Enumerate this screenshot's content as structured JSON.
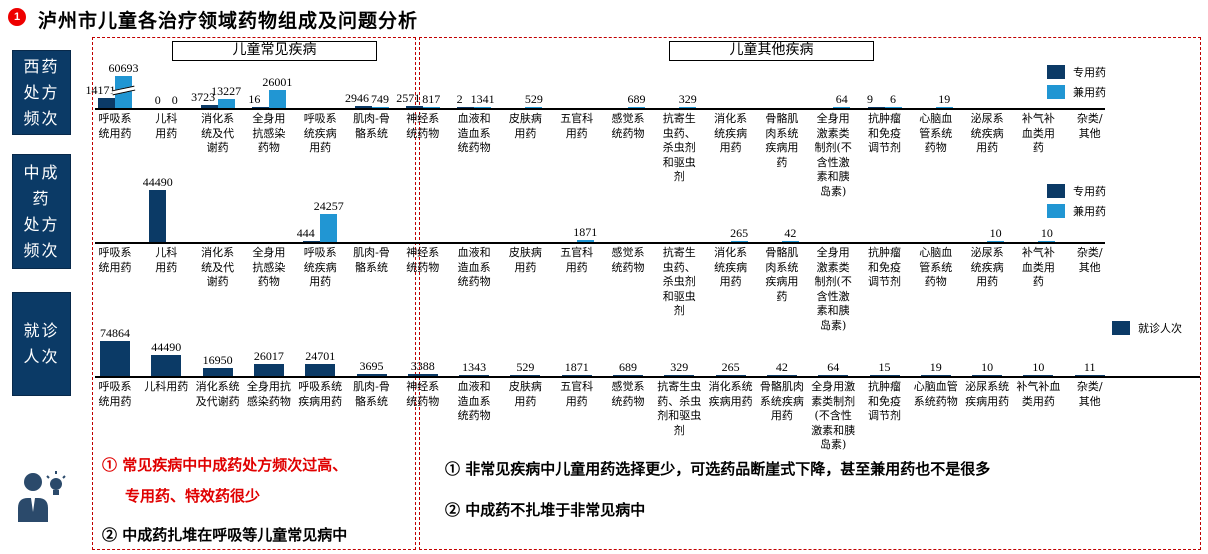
{
  "title": "泸州市儿童各治疗领域药物组成及问题分析",
  "badge": "1",
  "side_labels": [
    "西药\n处方\n频次",
    "中成\n药\n处方\n频次",
    "就诊\n人次"
  ],
  "group_labels": {
    "common": "儿童常见疾病",
    "other": "儿童其他疾病"
  },
  "colors": {
    "specialized": "#0b3a66",
    "shared": "#2196d3"
  },
  "notes": {
    "left_1a": "① 常见疾病中中成药处方频次过高、",
    "left_1b": "专用药、特效药很少",
    "left_2": "② 中成药扎堆在呼吸等儿童常见病中",
    "right_1": "① 非常见疾病中儿童用药选择更少，可选药品断崖式下降，甚至兼用药也不是很多",
    "right_2": "② 中成药不扎堆于非常见病中"
  },
  "chart_data": [
    {
      "type": "bar",
      "title": "西药处方频次",
      "legend": [
        "专用药",
        "兼用药"
      ],
      "legend_position": "top-right",
      "categories": [
        "呼吸系\n统用药",
        "儿科\n用药",
        "消化系\n统及代\n谢药",
        "全身用\n抗感染\n药物",
        "呼吸系\n统疾病\n用药",
        "肌肉-骨\n骼系统",
        "神经系\n统药物",
        "血液和\n造血系\n统药物",
        "皮肤病\n用药",
        "五官科\n用药",
        "感觉系\n统药物",
        "抗寄生\n虫药、\n杀虫剂\n和驱虫\n剂",
        "消化系\n统疾病\n用药",
        "骨骼肌\n肉系统\n疾病用\n药",
        "全身用\n激素类\n制剂(不\n含性激\n素和胰\n岛素)",
        "抗肿瘤\n和免疫\n调节剂",
        "心脑血\n管系统\n药物",
        "泌尿系\n统疾病\n用药",
        "补气补\n血类用\n药",
        "杂类/\n其他"
      ],
      "series": [
        {
          "name": "专用药",
          "values": [
            14171,
            0,
            3723,
            16,
            null,
            2946,
            2571,
            2,
            null,
            null,
            null,
            null,
            null,
            null,
            null,
            9,
            null,
            null,
            null,
            null
          ]
        },
        {
          "name": "兼用药",
          "values": [
            60693,
            0,
            13227,
            26001,
            null,
            749,
            817,
            1341,
            529,
            null,
            689,
            329,
            null,
            null,
            64,
            6,
            19,
            null,
            null,
            null
          ]
        }
      ],
      "axis_break": true
    },
    {
      "type": "bar",
      "title": "中成药处方频次",
      "legend": [
        "专用药",
        "兼用药"
      ],
      "legend_position": "top-right",
      "categories": "same-as-first",
      "series": [
        {
          "name": "专用药",
          "values": [
            null,
            44490,
            null,
            null,
            444,
            null,
            null,
            null,
            null,
            null,
            null,
            null,
            null,
            null,
            null,
            null,
            null,
            null,
            null,
            null
          ]
        },
        {
          "name": "兼用药",
          "values": [
            null,
            null,
            null,
            null,
            24257,
            null,
            null,
            null,
            null,
            1871,
            null,
            null,
            265,
            42,
            null,
            null,
            null,
            10,
            10,
            null
          ]
        }
      ]
    },
    {
      "type": "bar",
      "title": "就诊人次",
      "legend": [
        "就诊人次"
      ],
      "legend_position": "right",
      "categories": [
        "呼吸系\n统用药",
        "儿科用药",
        "消化系统\n及代谢药",
        "全身用抗\n感染药物",
        "呼吸系统\n疾病用药",
        "肌肉-骨\n骼系统",
        "神经系\n统药物",
        "血液和\n造血系\n统药物",
        "皮肤病\n用药",
        "五官科\n用药",
        "感觉系\n统药物",
        "抗寄生虫\n药、杀虫\n剂和驱虫\n剂",
        "消化系统\n疾病用药",
        "骨骼肌肉\n系统疾病\n用药",
        "全身用激\n素类制剂\n(不含性\n激素和胰\n岛素)",
        "抗肿瘤\n和免疫\n调节剂",
        "心脑血管\n系统药物",
        "泌尿系统\n疾病用药",
        "补气补血\n类用药",
        "杂类/\n其他"
      ],
      "series": [
        {
          "name": "就诊人次",
          "values": [
            74864,
            44490,
            16950,
            26017,
            24701,
            3695,
            3388,
            1343,
            529,
            1871,
            689,
            329,
            265,
            42,
            64,
            15,
            19,
            10,
            10,
            11
          ]
        }
      ]
    }
  ]
}
